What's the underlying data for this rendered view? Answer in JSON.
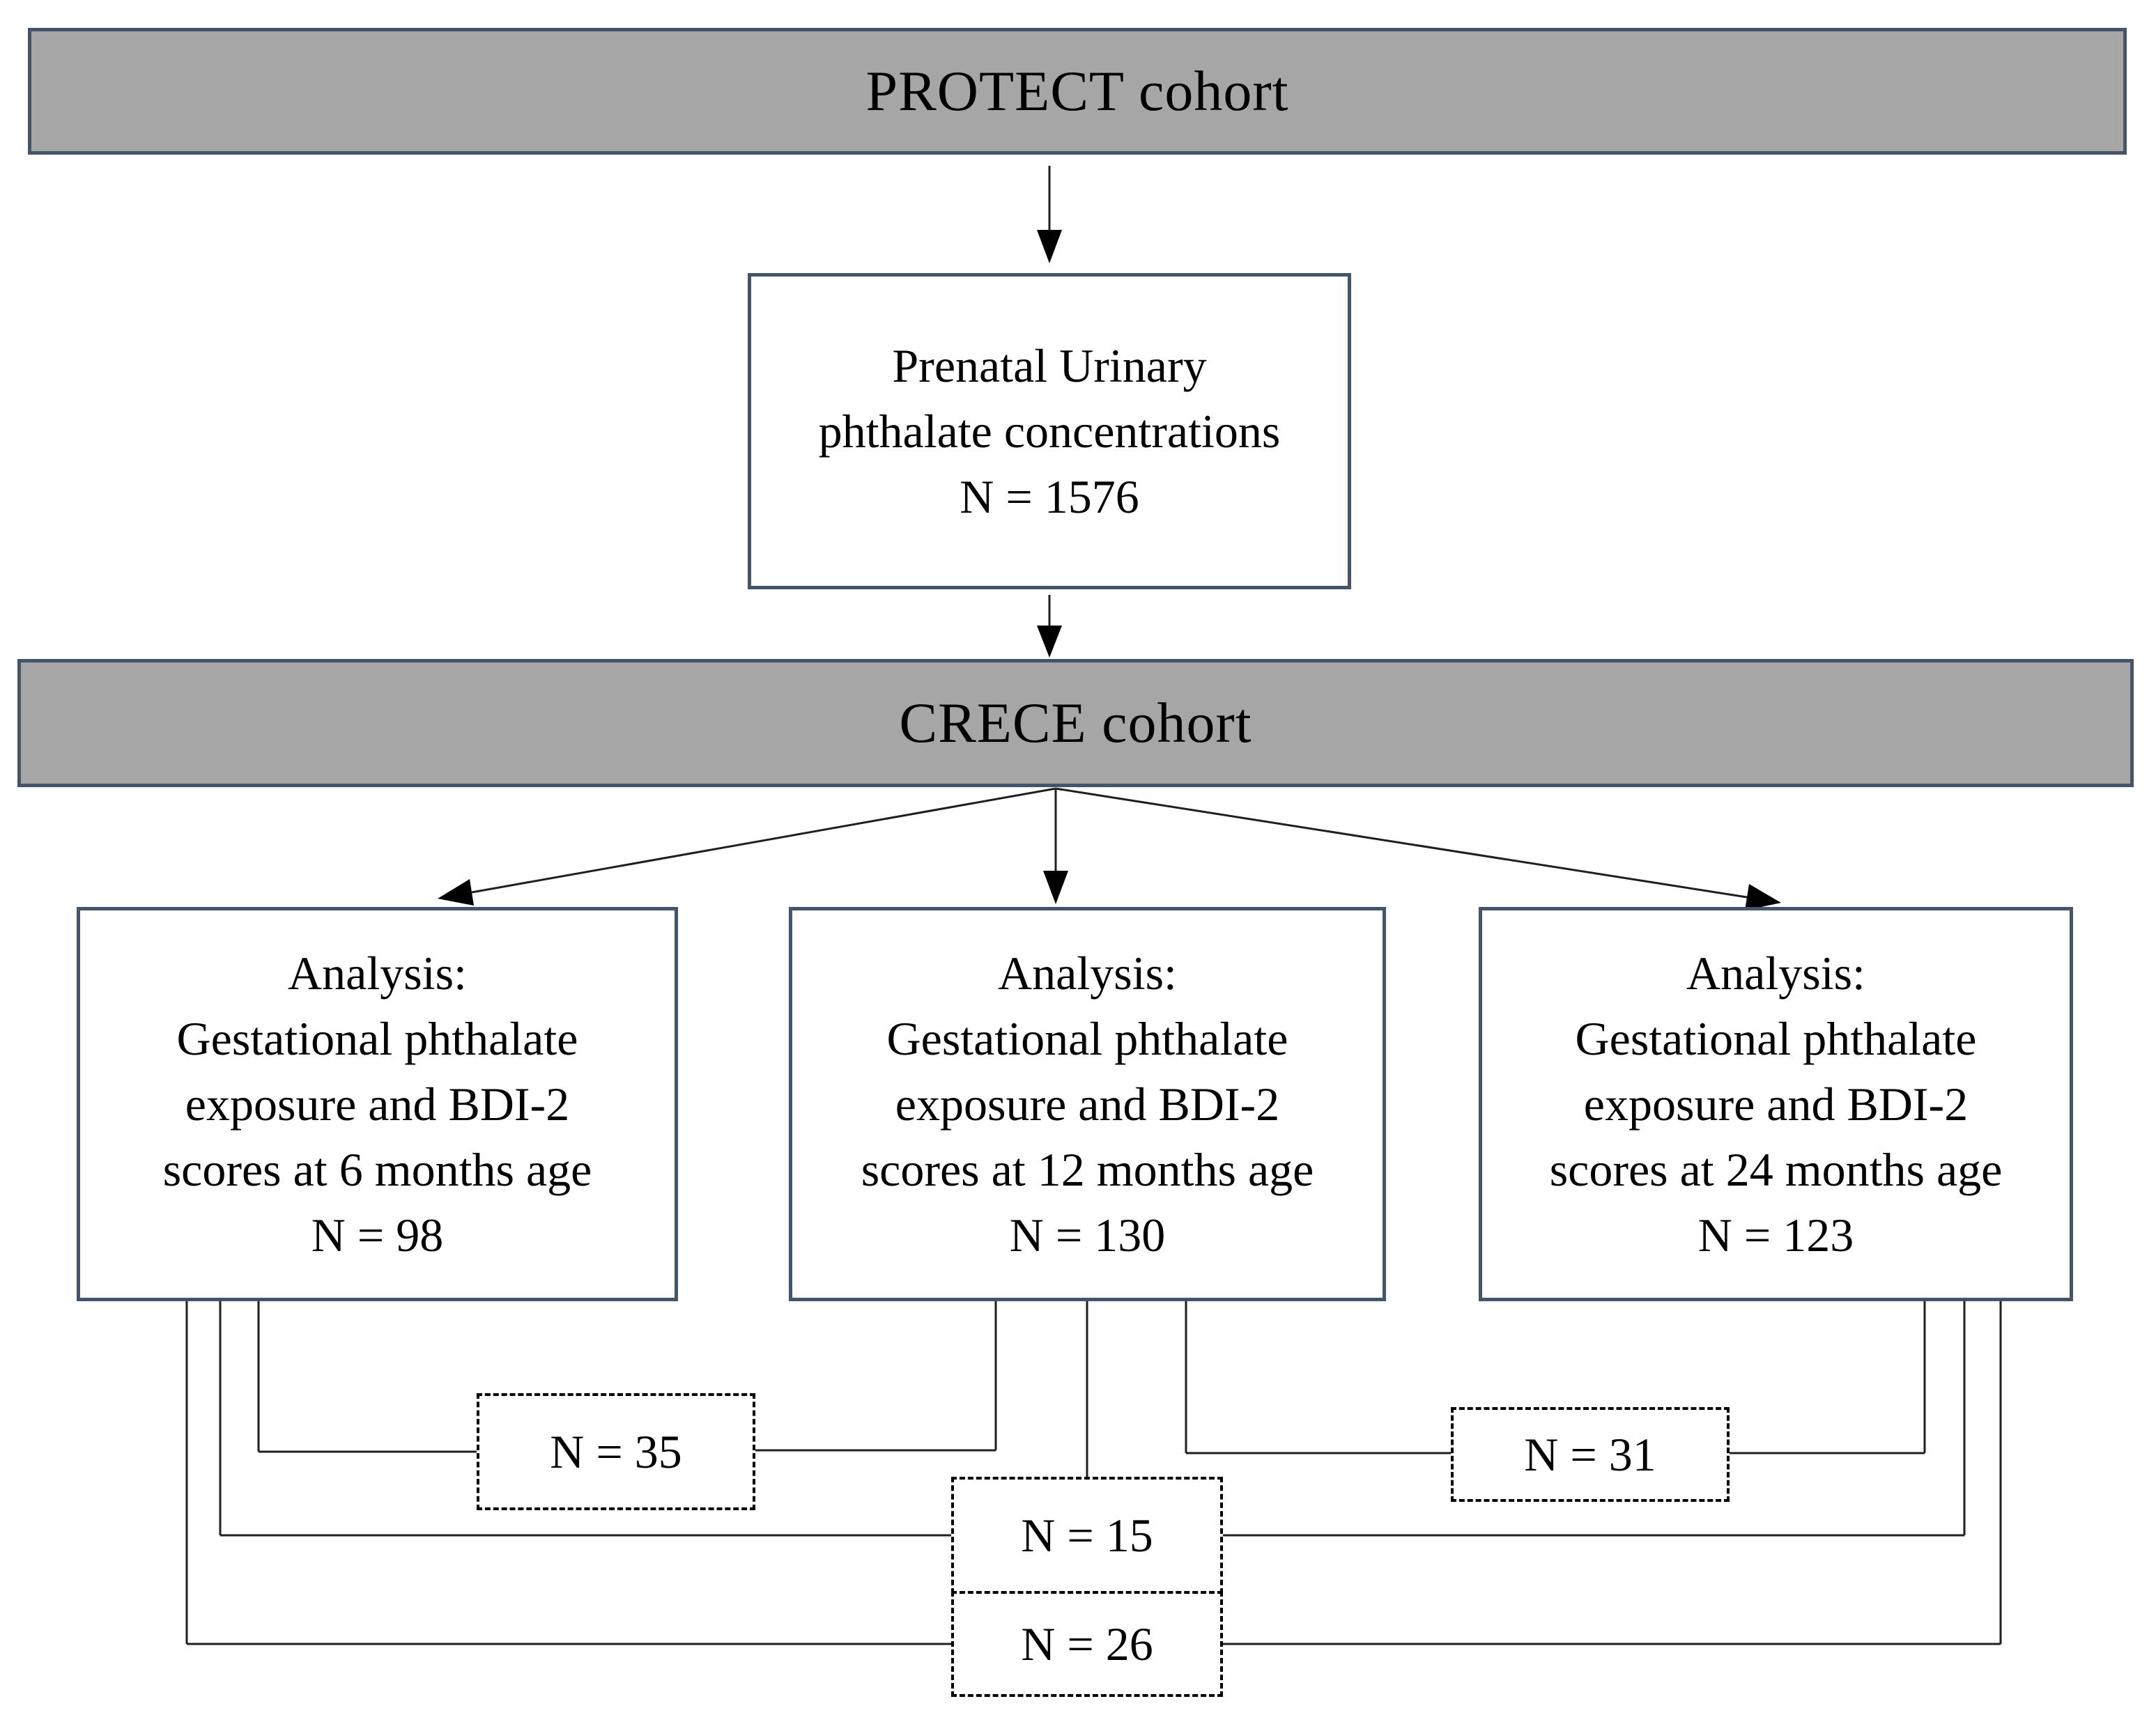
{
  "diagram": {
    "protect_bar": {
      "label": "PROTECT cohort"
    },
    "prenatal_box": {
      "lines": [
        "Prenatal Urinary",
        "phthalate concentrations",
        "N = 1576"
      ]
    },
    "crece_bar": {
      "label": "CRECE cohort"
    },
    "analysis_boxes": [
      {
        "lines": [
          "Analysis:",
          "Gestational phthalate",
          "exposure and BDI-2",
          "scores at 6 months age",
          "N = 98"
        ]
      },
      {
        "lines": [
          "Analysis:",
          "Gestational phthalate",
          "exposure and BDI-2",
          "scores at 12 months age",
          "N = 130"
        ]
      },
      {
        "lines": [
          "Analysis:",
          "Gestational phthalate",
          "exposure and BDI-2",
          "scores at 24 months age",
          "N = 123"
        ]
      }
    ],
    "overlap_boxes": [
      {
        "label": "N = 35"
      },
      {
        "label": "N = 31"
      },
      {
        "label": "N = 15"
      },
      {
        "label": "N = 26"
      }
    ],
    "colors": {
      "bar_fill": "#a6a6a6",
      "box_border": "#44546a",
      "connector_line": "#1f1f1f",
      "dashed_border": "#000000",
      "background": "#ffffff",
      "text": "#000000"
    }
  }
}
